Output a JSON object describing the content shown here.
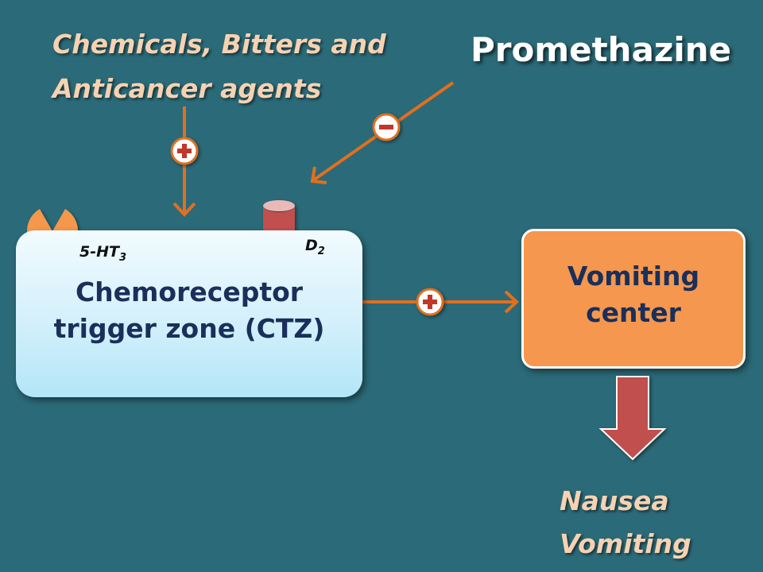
{
  "source": {
    "line1": "Chemicals, Bitters and",
    "line2": "Anticancer agents"
  },
  "drug": "Promethazine",
  "ctz": {
    "line1": "Chemoreceptor",
    "line2": "trigger zone (CTZ)"
  },
  "receptors": {
    "ht3": {
      "base": "5-HT",
      "sub": "3"
    },
    "d2": {
      "base": "D",
      "sub": "2"
    }
  },
  "vomiting_center": {
    "line1": "Vomiting",
    "line2": "center"
  },
  "outcome": {
    "line1": "Nausea",
    "line2": "Vomiting"
  },
  "signs": {
    "stimulate": "+",
    "inhibit": "−"
  },
  "colors": {
    "background": "#2b6a78",
    "arrow": "#e07020",
    "sign_red": "#c0392b",
    "ctz_fill": "#c9ecfa",
    "vomiting_center_fill": "#f5974e",
    "label_text": "#1a2f5a",
    "italic_text": "#f6d2b2",
    "d2_receptor": "#c0504d",
    "ht3_receptor": "#f5974e",
    "down_arrow": "#c0504d"
  }
}
